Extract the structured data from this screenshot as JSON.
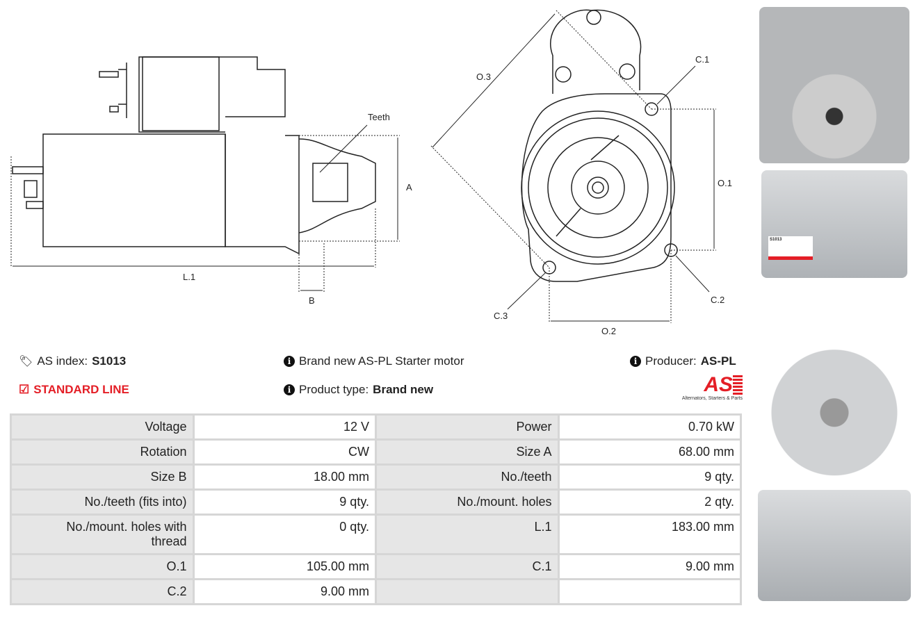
{
  "diagram_labels": {
    "teeth": "Teeth",
    "a": "A",
    "l1": "L.1",
    "b": "B",
    "o3": "O.3",
    "c1": "C.1",
    "o1": "O.1",
    "c2": "C.2",
    "o2": "O.2",
    "c3": "C.3"
  },
  "info": {
    "as_index_label": "AS index:",
    "as_index_value": "S1013",
    "line": "STANDARD LINE",
    "description": "Brand new AS-PL Starter motor",
    "product_type_label": "Product type:",
    "product_type_value": "Brand new",
    "producer_label": "Producer:",
    "producer_value": "AS-PL",
    "logo_text": "AS",
    "logo_tagline": "Alternators, Starters & Parts"
  },
  "photo_label": {
    "code": "S1013"
  },
  "specs": [
    [
      {
        "l": "Voltage",
        "v": "12 V"
      },
      {
        "l": "Power",
        "v": "0.70 kW"
      }
    ],
    [
      {
        "l": "Rotation",
        "v": "CW"
      },
      {
        "l": "Size A",
        "v": "68.00 mm"
      }
    ],
    [
      {
        "l": "Size B",
        "v": "18.00 mm"
      },
      {
        "l": "No./teeth",
        "v": "9 qty."
      }
    ],
    [
      {
        "l": "No./teeth (fits into)",
        "v": "9 qty."
      },
      {
        "l": "No./mount. holes",
        "v": "2 qty."
      }
    ],
    [
      {
        "l": "No./mount. holes with thread",
        "v": "0 qty."
      },
      {
        "l": "L.1",
        "v": "183.00 mm"
      }
    ],
    [
      {
        "l": "O.1",
        "v": "105.00 mm"
      },
      {
        "l": "C.1",
        "v": "9.00 mm"
      }
    ],
    [
      {
        "l": "C.2",
        "v": "9.00 mm"
      },
      {
        "l": "",
        "v": ""
      }
    ]
  ]
}
